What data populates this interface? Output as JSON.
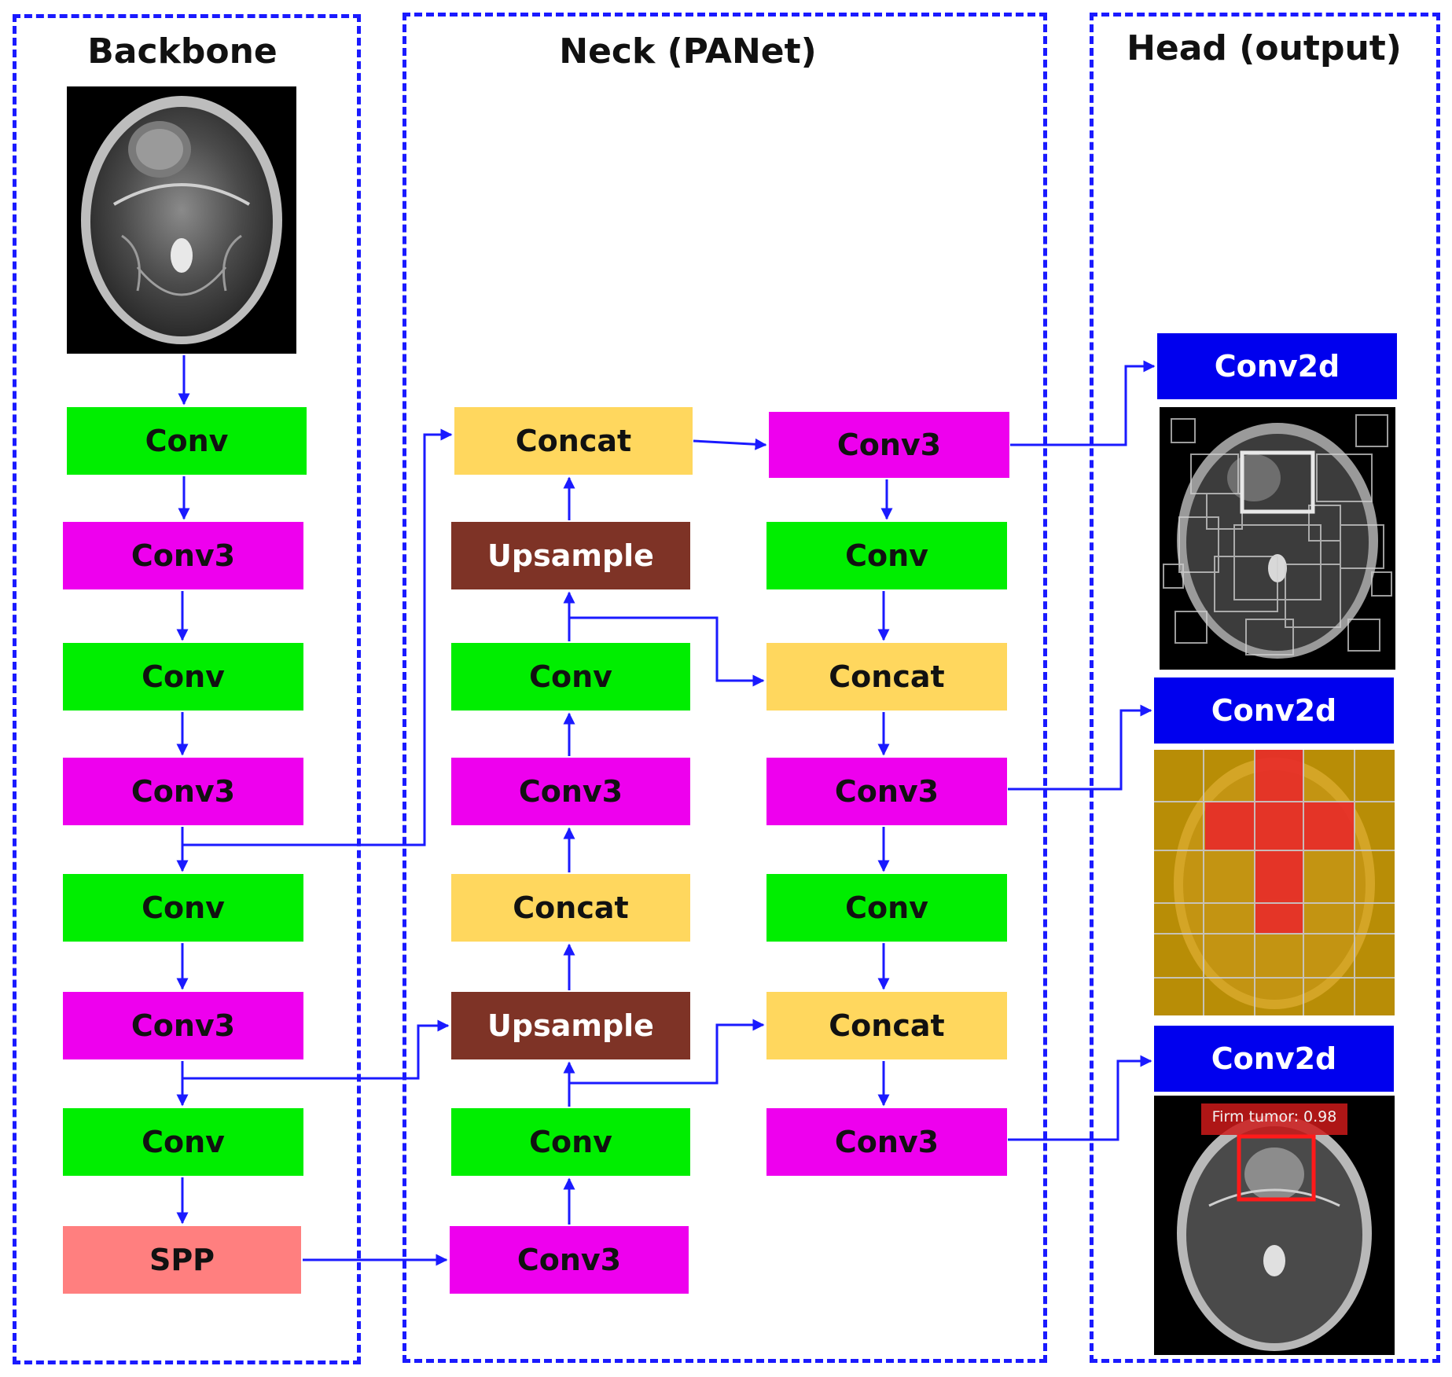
{
  "panels": {
    "backbone_title": "Backbone",
    "neck_title": "Neck (PANet)",
    "head_title": "Head (output)"
  },
  "blocks": {
    "conv": "Conv",
    "conv3": "Conv3",
    "concat": "Concat",
    "upsample": "Upsample",
    "spp": "SPP",
    "conv2d": "Conv2d"
  },
  "head": {
    "detection_label": "Firm tumor: 0.98"
  },
  "colors": {
    "arrow": "#1a1aff",
    "conv": "#00ee00",
    "conv3": "#ee00ee",
    "concat": "#ffd75e",
    "upsample": "#7e3326",
    "spp": "#ff7f7f",
    "conv2d": "#0000ee"
  }
}
